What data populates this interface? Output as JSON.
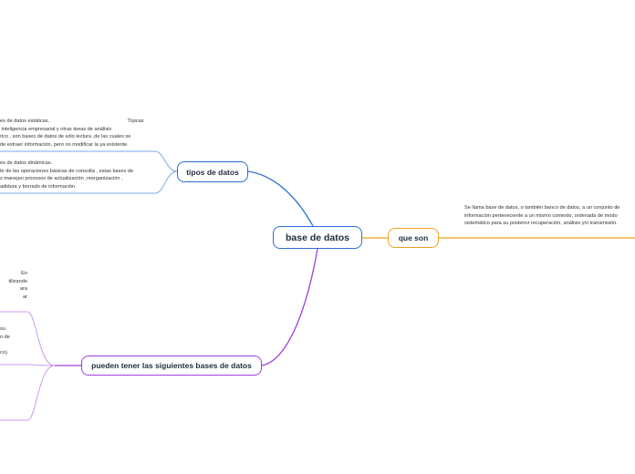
{
  "map": {
    "root": "base de datos",
    "branches": {
      "tipos": "tipos de datos",
      "queson": "que son",
      "pueden": "pueden tener las siguientes bases de datos"
    },
    "notes": {
      "estaticas": "es de datos estáticas.                                                       Típicas\n inteligencia empresarial y otras áreas de análisis\nrico , son bases de datos de sólo lectura ,de las cuales se\nde extraer información, pero no modificar la ya existente.",
      "dinamicas": "es de datos dinámicas.\nte de las operaciones básicas de consulta , estas bases de\ns manejan procesos de actualización ,reorganización ,\nadidura y borrado de información.",
      "queson": "Se llama base de datos, o también banco de datos, a un conjunto de información perteneciente a un mismo contexto, ordenada de modo sistemático para su posterior recuperación, análisis y/o transmisión.",
      "frag1": "En\ntilizando\nara\nar",
      "frag2": "su\no de\n\nco)."
    }
  },
  "colors": {
    "blue": "#2a6fd6",
    "orange": "#f0a020",
    "purple": "#a040e0",
    "purple_light": "#c89af0"
  }
}
